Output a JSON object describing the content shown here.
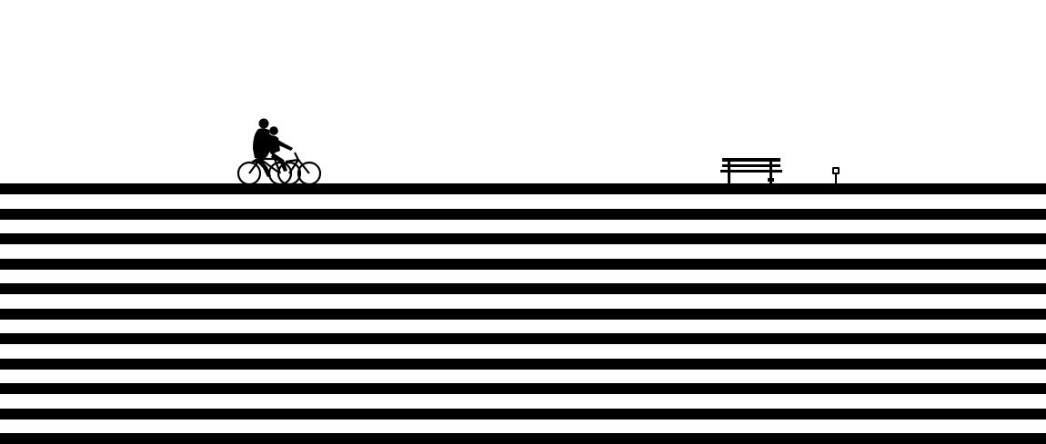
{
  "scene": {
    "background_color": "#ffffff",
    "stripe_color": "#000000",
    "stripe_count": 11,
    "subjects": [
      "couple-on-bicycles-silhouette",
      "park-bench-silhouette",
      "small-post-silhouette"
    ]
  }
}
